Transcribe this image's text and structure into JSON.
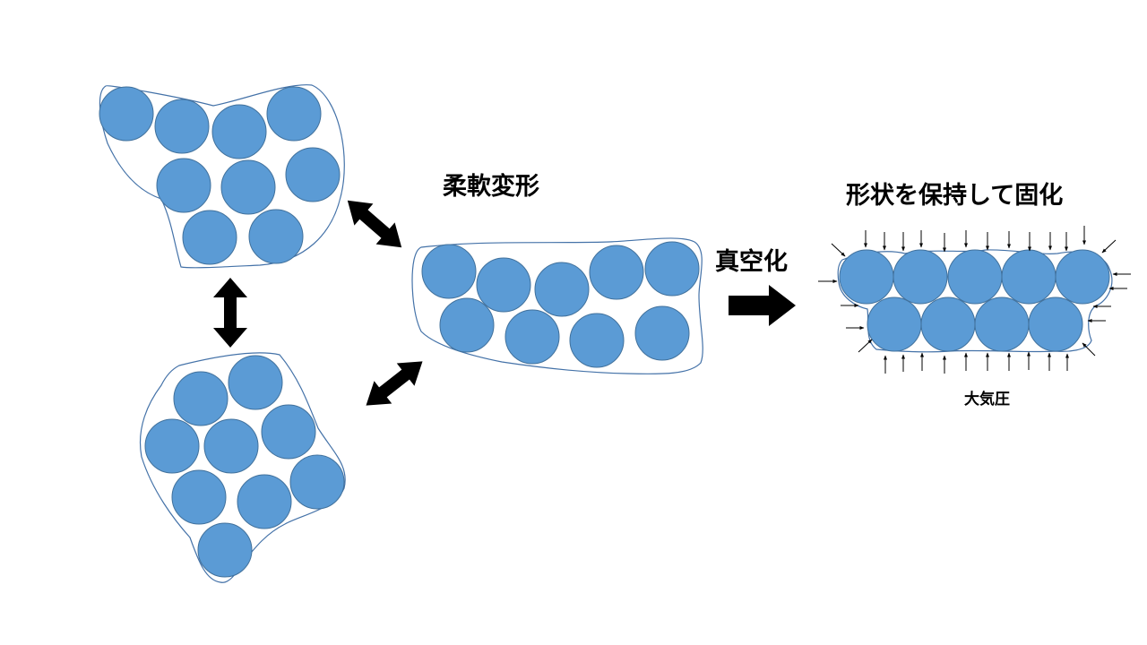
{
  "labels": {
    "flexible_deformation": "柔軟変形",
    "vacuum": "真空化",
    "shape_hold": "形状を保持して固化",
    "atmospheric_pressure": "大気圧"
  },
  "colors": {
    "bead_fill": "#5b9bd5",
    "bead_stroke": "#41719c",
    "bag_outline": "#4472a8",
    "arrow": "#000000"
  }
}
